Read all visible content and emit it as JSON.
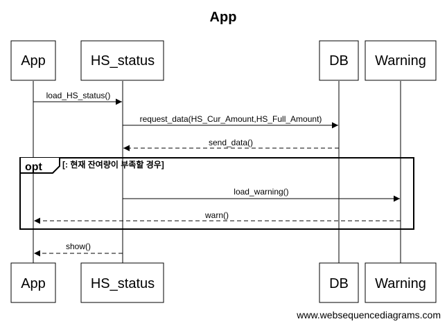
{
  "title": "App",
  "actors": [
    {
      "id": "app",
      "label": "App"
    },
    {
      "id": "hs",
      "label": "HS_status"
    },
    {
      "id": "db",
      "label": "DB"
    },
    {
      "id": "warn",
      "label": "Warning"
    }
  ],
  "messages": [
    {
      "label": "load_HS_status()",
      "style": "solid"
    },
    {
      "label": "request_data(HS_Cur_Amount,HS_Full_Amount)",
      "style": "solid"
    },
    {
      "label": "send_data()",
      "style": "dashed"
    },
    {
      "label": "load_warning()",
      "style": "solid"
    },
    {
      "label": "warn()",
      "style": "dashed"
    },
    {
      "label": "show()",
      "style": "dashed"
    }
  ],
  "opt_block": {
    "keyword": "opt",
    "condition": "[: 현재 잔여량이 부족할 경우]"
  },
  "footer": "www.websequencediagrams.com"
}
